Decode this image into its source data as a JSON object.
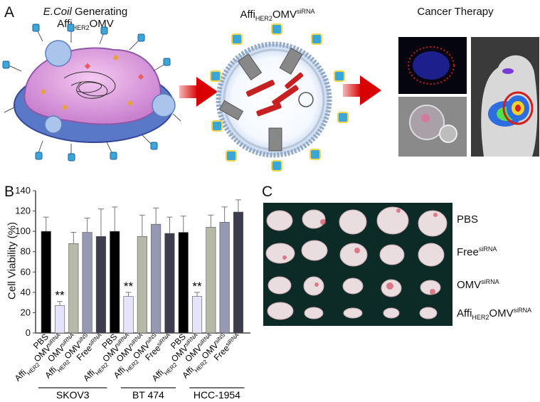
{
  "panel_a": {
    "letter": "A",
    "title1_italic": "E.Coil",
    "title1_rest": " Generating",
    "title1_line2_main": "Affi",
    "title1_line2_sub": "HER2",
    "title1_line2_end": "OMV",
    "title2_main": "Affi",
    "title2_sub": "HER2",
    "title2_mid": "OMV",
    "title2_sup": "siRNA",
    "title3": "Cancer Therapy"
  },
  "panel_b": {
    "letter": "B"
  },
  "panel_c": {
    "letter": "C",
    "rows": [
      {
        "main": "PBS",
        "sub": "",
        "mid": "",
        "sup": ""
      },
      {
        "main": "Free",
        "sub": "",
        "mid": "",
        "sup": "siRNA"
      },
      {
        "main": "OMV",
        "sub": "",
        "mid": "",
        "sup": "siRNA"
      },
      {
        "main": "Affi",
        "sub": "HER2",
        "mid": "OMV",
        "sup": "siRNA"
      }
    ]
  },
  "chart_data": {
    "type": "bar",
    "ylabel": "Cell Viability (%)",
    "ylim": [
      0,
      140
    ],
    "yticks": [
      0,
      20,
      40,
      60,
      80,
      100,
      120,
      140
    ],
    "groups": [
      {
        "name": "SKOV3",
        "start": 0,
        "end": 5
      },
      {
        "name": "BT 474",
        "start": 6,
        "end": 10
      },
      {
        "name": "HCC-1954",
        "start": 11,
        "end": 15
      }
    ],
    "bars": [
      {
        "main": "PBS",
        "sub": "",
        "mid": "",
        "sup": "",
        "value": 100,
        "err": 14,
        "color": "#000000",
        "sig": ""
      },
      {
        "main": "Affi",
        "sub": "HER2",
        "mid": "OMV",
        "sup": "siRNA",
        "value": 27,
        "err": 4,
        "color": "#e4e4fb",
        "sig": "**"
      },
      {
        "main": "OMV",
        "sub": "",
        "mid": "",
        "sup": "siRNA",
        "value": 88,
        "err": 11,
        "color": "#b6b8a8",
        "sig": ""
      },
      {
        "main": "Affi",
        "sub": "HER2",
        "mid": "OMV",
        "sup": "siNS",
        "value": 99,
        "err": 14,
        "color": "#9698b4",
        "sig": ""
      },
      {
        "main": "Free",
        "sub": "",
        "mid": "",
        "sup": "siRNA",
        "value": 95,
        "err": 27,
        "color": "#3c3e4e",
        "sig": ""
      },
      {
        "main": "PBS",
        "sub": "",
        "mid": "",
        "sup": "",
        "value": 100,
        "err": 24,
        "color": "#000000",
        "sig": ""
      },
      {
        "main": "Affi",
        "sub": "HER2",
        "mid": "OMV",
        "sup": "siRNA",
        "value": 36,
        "err": 4,
        "color": "#e4e4fb",
        "sig": "**"
      },
      {
        "main": "OMV",
        "sub": "",
        "mid": "",
        "sup": "siRNA",
        "value": 95,
        "err": 21,
        "color": "#b6b8a8",
        "sig": ""
      },
      {
        "main": "Affi",
        "sub": "HER2",
        "mid": "OMV",
        "sup": "siNS",
        "value": 107,
        "err": 16,
        "color": "#9698b4",
        "sig": ""
      },
      {
        "main": "Free",
        "sub": "",
        "mid": "",
        "sup": "siRNA",
        "value": 98,
        "err": 16,
        "color": "#3c3e4e",
        "sig": ""
      },
      {
        "main": "PBS",
        "sub": "",
        "mid": "",
        "sup": "",
        "value": 99,
        "err": 16,
        "color": "#000000",
        "sig": ""
      },
      {
        "main": "Affi",
        "sub": "HER2",
        "mid": "OMV",
        "sup": "siRNA",
        "value": 36,
        "err": 4,
        "color": "#e4e4fb",
        "sig": "**"
      },
      {
        "main": "OMV",
        "sub": "",
        "mid": "",
        "sup": "siRNA",
        "value": 104,
        "err": 12,
        "color": "#b6b8a8",
        "sig": ""
      },
      {
        "main": "Affi",
        "sub": "HER2",
        "mid": "OMV",
        "sup": "siNS",
        "value": 109,
        "err": 15,
        "color": "#9698b4",
        "sig": ""
      },
      {
        "main": "Free",
        "sub": "",
        "mid": "",
        "sup": "siRNA",
        "value": 119,
        "err": 12,
        "color": "#3c3e4e",
        "sig": ""
      }
    ]
  }
}
